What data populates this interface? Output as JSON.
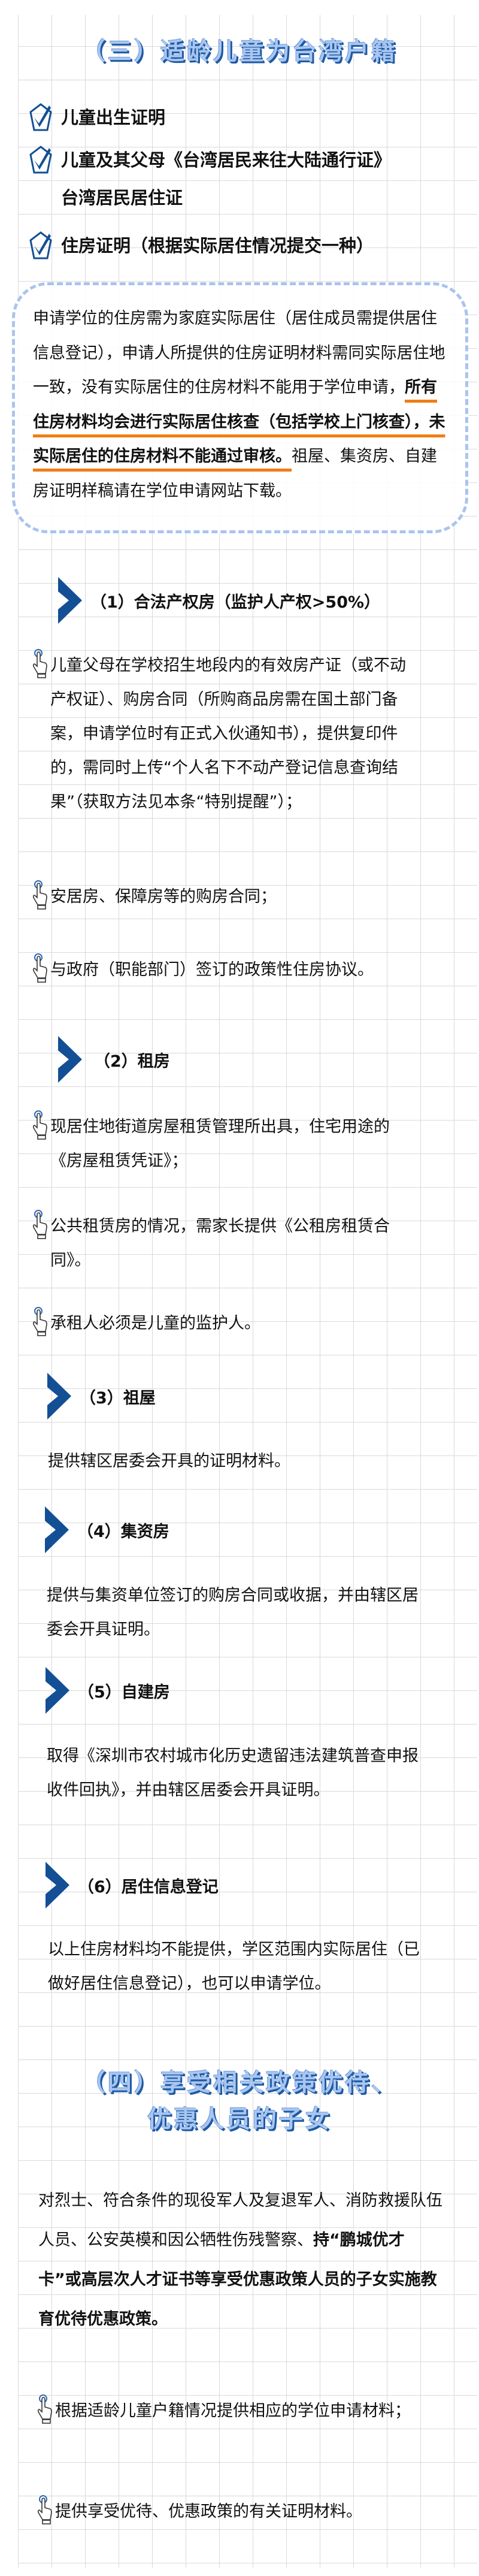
{
  "section3": {
    "title": "（三）适龄儿童为台湾户籍",
    "checklist": [
      {
        "label": "儿童出生证明"
      },
      {
        "label": "儿童及其父母《台湾居民来往大陆通行证》"
      },
      {
        "label": "台湾居民居住证"
      },
      {
        "label": "住房证明（根据实际居住情况提交一种）"
      }
    ],
    "note": {
      "part1": "申请学位的住房需为家庭实际居住（居住成员需提供居住信息登记），申请人所提供的住房证明材料需同实际居住地一致，没有实际居住的住房材料不能用于学位申请，",
      "highlight": "所有住房材料均会进行实际居住核查（包括学校上门核查），未实际居住的住房材料不能通过审核。",
      "part2": "祖屋、集资房、自建房证明样稿请在学位申请网站下载。"
    },
    "housing": [
      {
        "heading": "（1）合法产权房（监护人产权>50%）",
        "bullets": [
          "儿童父母在学校招生地段内的有效房产证（或不动产权证）、购房合同（所购商品房需在国土部门备案，申请学位时有正式入伙通知书），提供复印件的，需同时上传“个人名下不动产登记信息查询结果”（获取方法见本条“特别提醒”）；",
          "安居房、保障房等的购房合同；",
          "与政府（职能部门）签订的政策性住房协议。"
        ]
      },
      {
        "heading": "（2）租房",
        "bullets": [
          "现居住地街道房屋租赁管理所出具，住宅用途的《房屋租赁凭证》；",
          "公共租赁房的情况，需家长提供《公租房租赁合同》。",
          "承租人必须是儿童的监护人。"
        ]
      },
      {
        "heading": "（3）祖屋",
        "text": "提供辖区居委会开具的证明材料。"
      },
      {
        "heading": "（4）集资房",
        "text": "提供与集资单位签订的购房合同或收据，并由辖区居委会开具证明。"
      },
      {
        "heading": "（5）自建房",
        "text": "取得《深圳市农村城市化历史遗留违法建筑普查申报收件回执》，并由辖区居委会开具证明。"
      },
      {
        "heading": "（6）居住信息登记",
        "text": "以上住房材料均不能提供，学区范围内实际居住（已做好居住信息登记），也可以申请学位。"
      }
    ]
  },
  "section4": {
    "title_line1": "（四）享受相关政策优待、",
    "title_line2": "优惠人员的子女",
    "intro_plain": "对烈士、符合条件的现役军人及复退军人、消防救援队伍人员、公安英模和因公牺牲伤残警察、",
    "intro_bold": "持“鹏城优才卡”或高层次人才证书等享受优惠政策人员的子女实施教育优待优惠政策。",
    "bullets": [
      "根据适龄儿童户籍情况提供相应的学位申请材料；",
      "提供享受优待、优惠政策的有关证明材料。"
    ]
  },
  "colors": {
    "title_fill": "#a9c6f1",
    "title_shadow": "#1e5aa3",
    "accent_blue": "#134f95",
    "underline_orange": "#f07d16",
    "dashed_border": "#a9c4ee",
    "grid_line": "#d9d9d9"
  },
  "icons": {
    "check": "pentagon-check-icon",
    "chevron": "chevron-right-icon",
    "hand": "pointing-hand-icon"
  }
}
